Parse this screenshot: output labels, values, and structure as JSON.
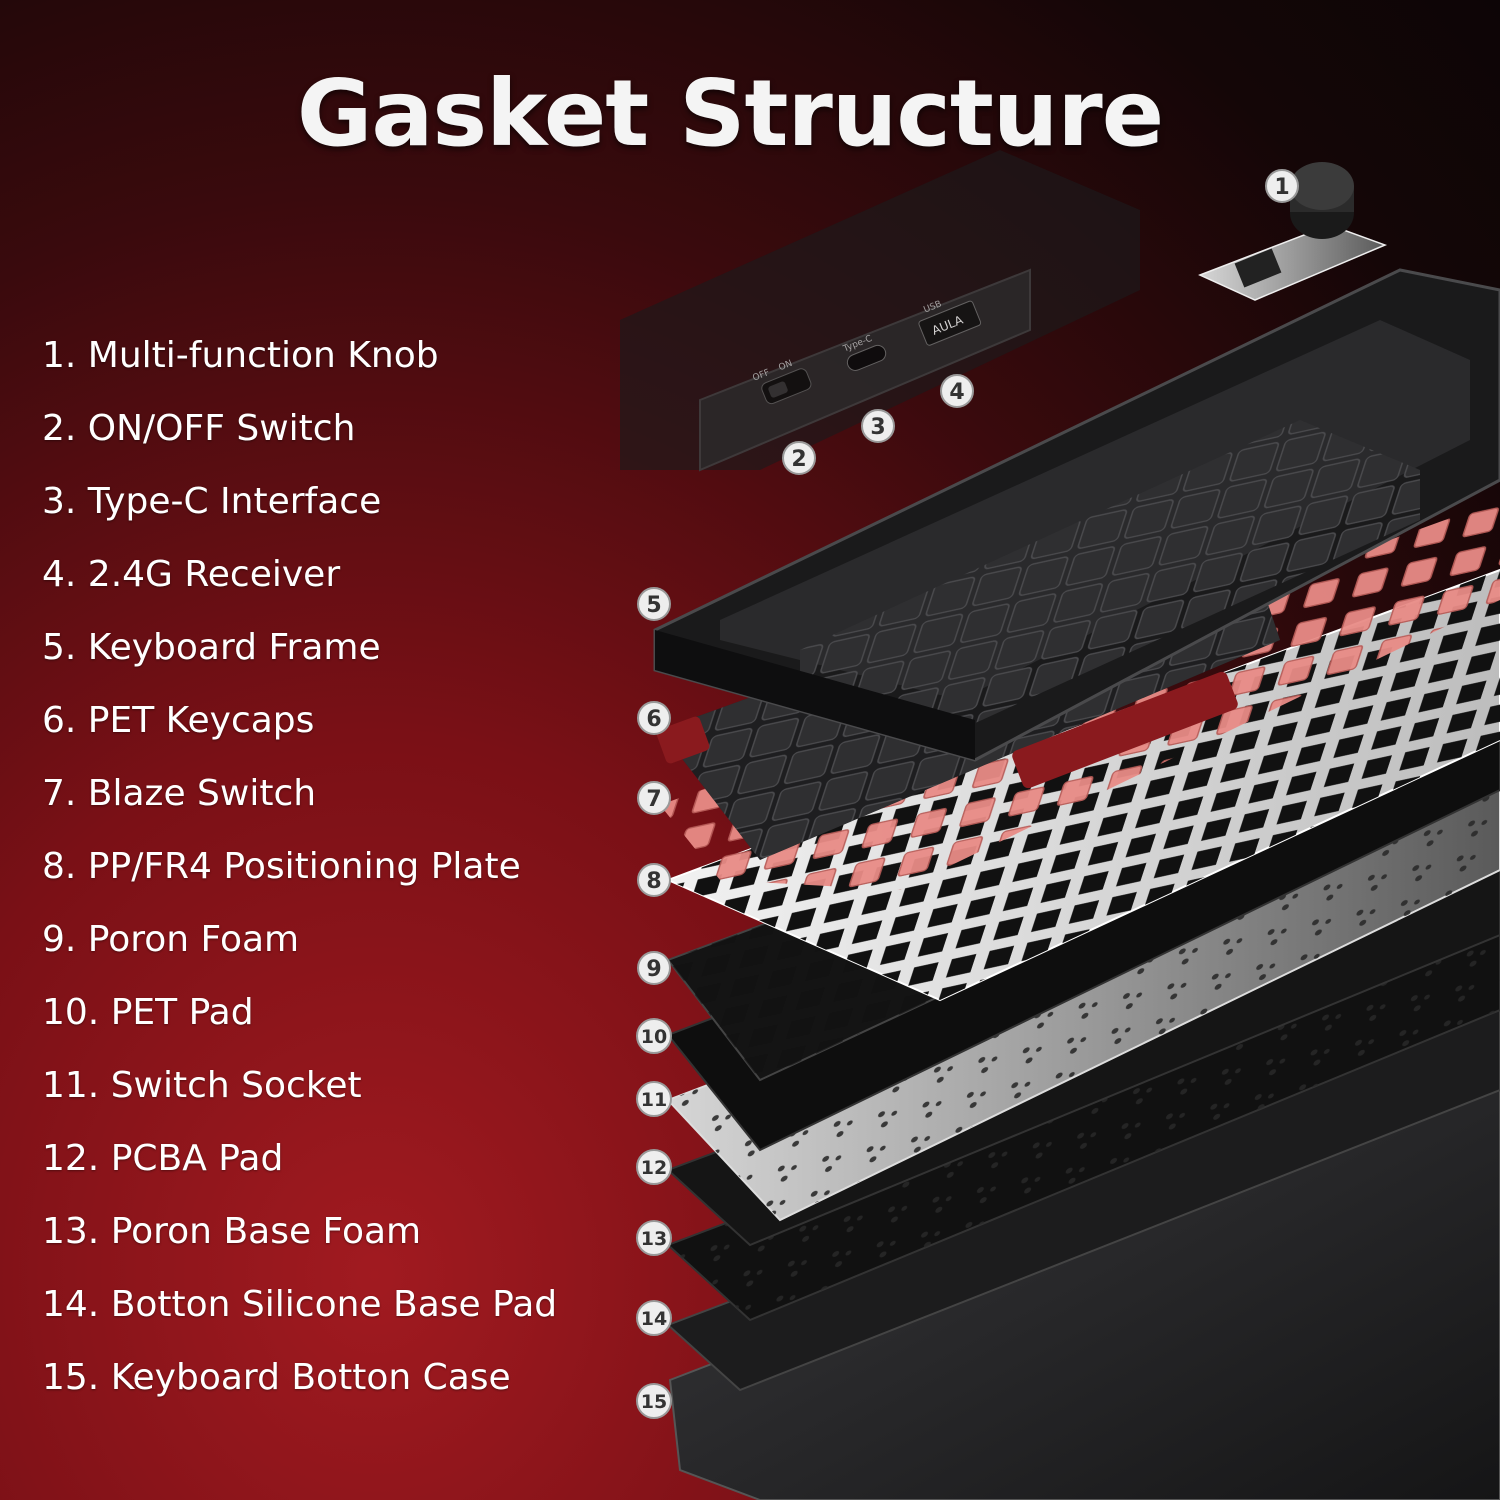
{
  "title": "Gasket Structure",
  "parts": [
    "1. Multi-function Knob",
    "2. ON/OFF Switch",
    "3. Type-C Interface",
    "4. 2.4G Receiver",
    "5. Keyboard Frame",
    "6. PET Keycaps",
    "7. Blaze Switch",
    "8. PP/FR4 Positioning Plate",
    "9. Poron Foam",
    "10. PET Pad",
    "11. Switch Socket",
    "12. PCBA Pad",
    "13. Poron Base Foam",
    "14. Botton Silicone Base Pad",
    "15. Keyboard Botton Case"
  ],
  "callouts": [
    "1",
    "2",
    "3",
    "4",
    "5",
    "6",
    "7",
    "8",
    "9",
    "10",
    "11",
    "12",
    "13",
    "14",
    "15"
  ],
  "port_labels": {
    "off": "OFF",
    "on": "ON",
    "typec": "Type-C",
    "usb": "USB",
    "brand": "AULA"
  },
  "colors": {
    "accent_red": "#a11a20",
    "switch_pink": "#e88b86",
    "plate_white": "#e9e9e9",
    "keycap_dark": "#2a2a2c"
  }
}
